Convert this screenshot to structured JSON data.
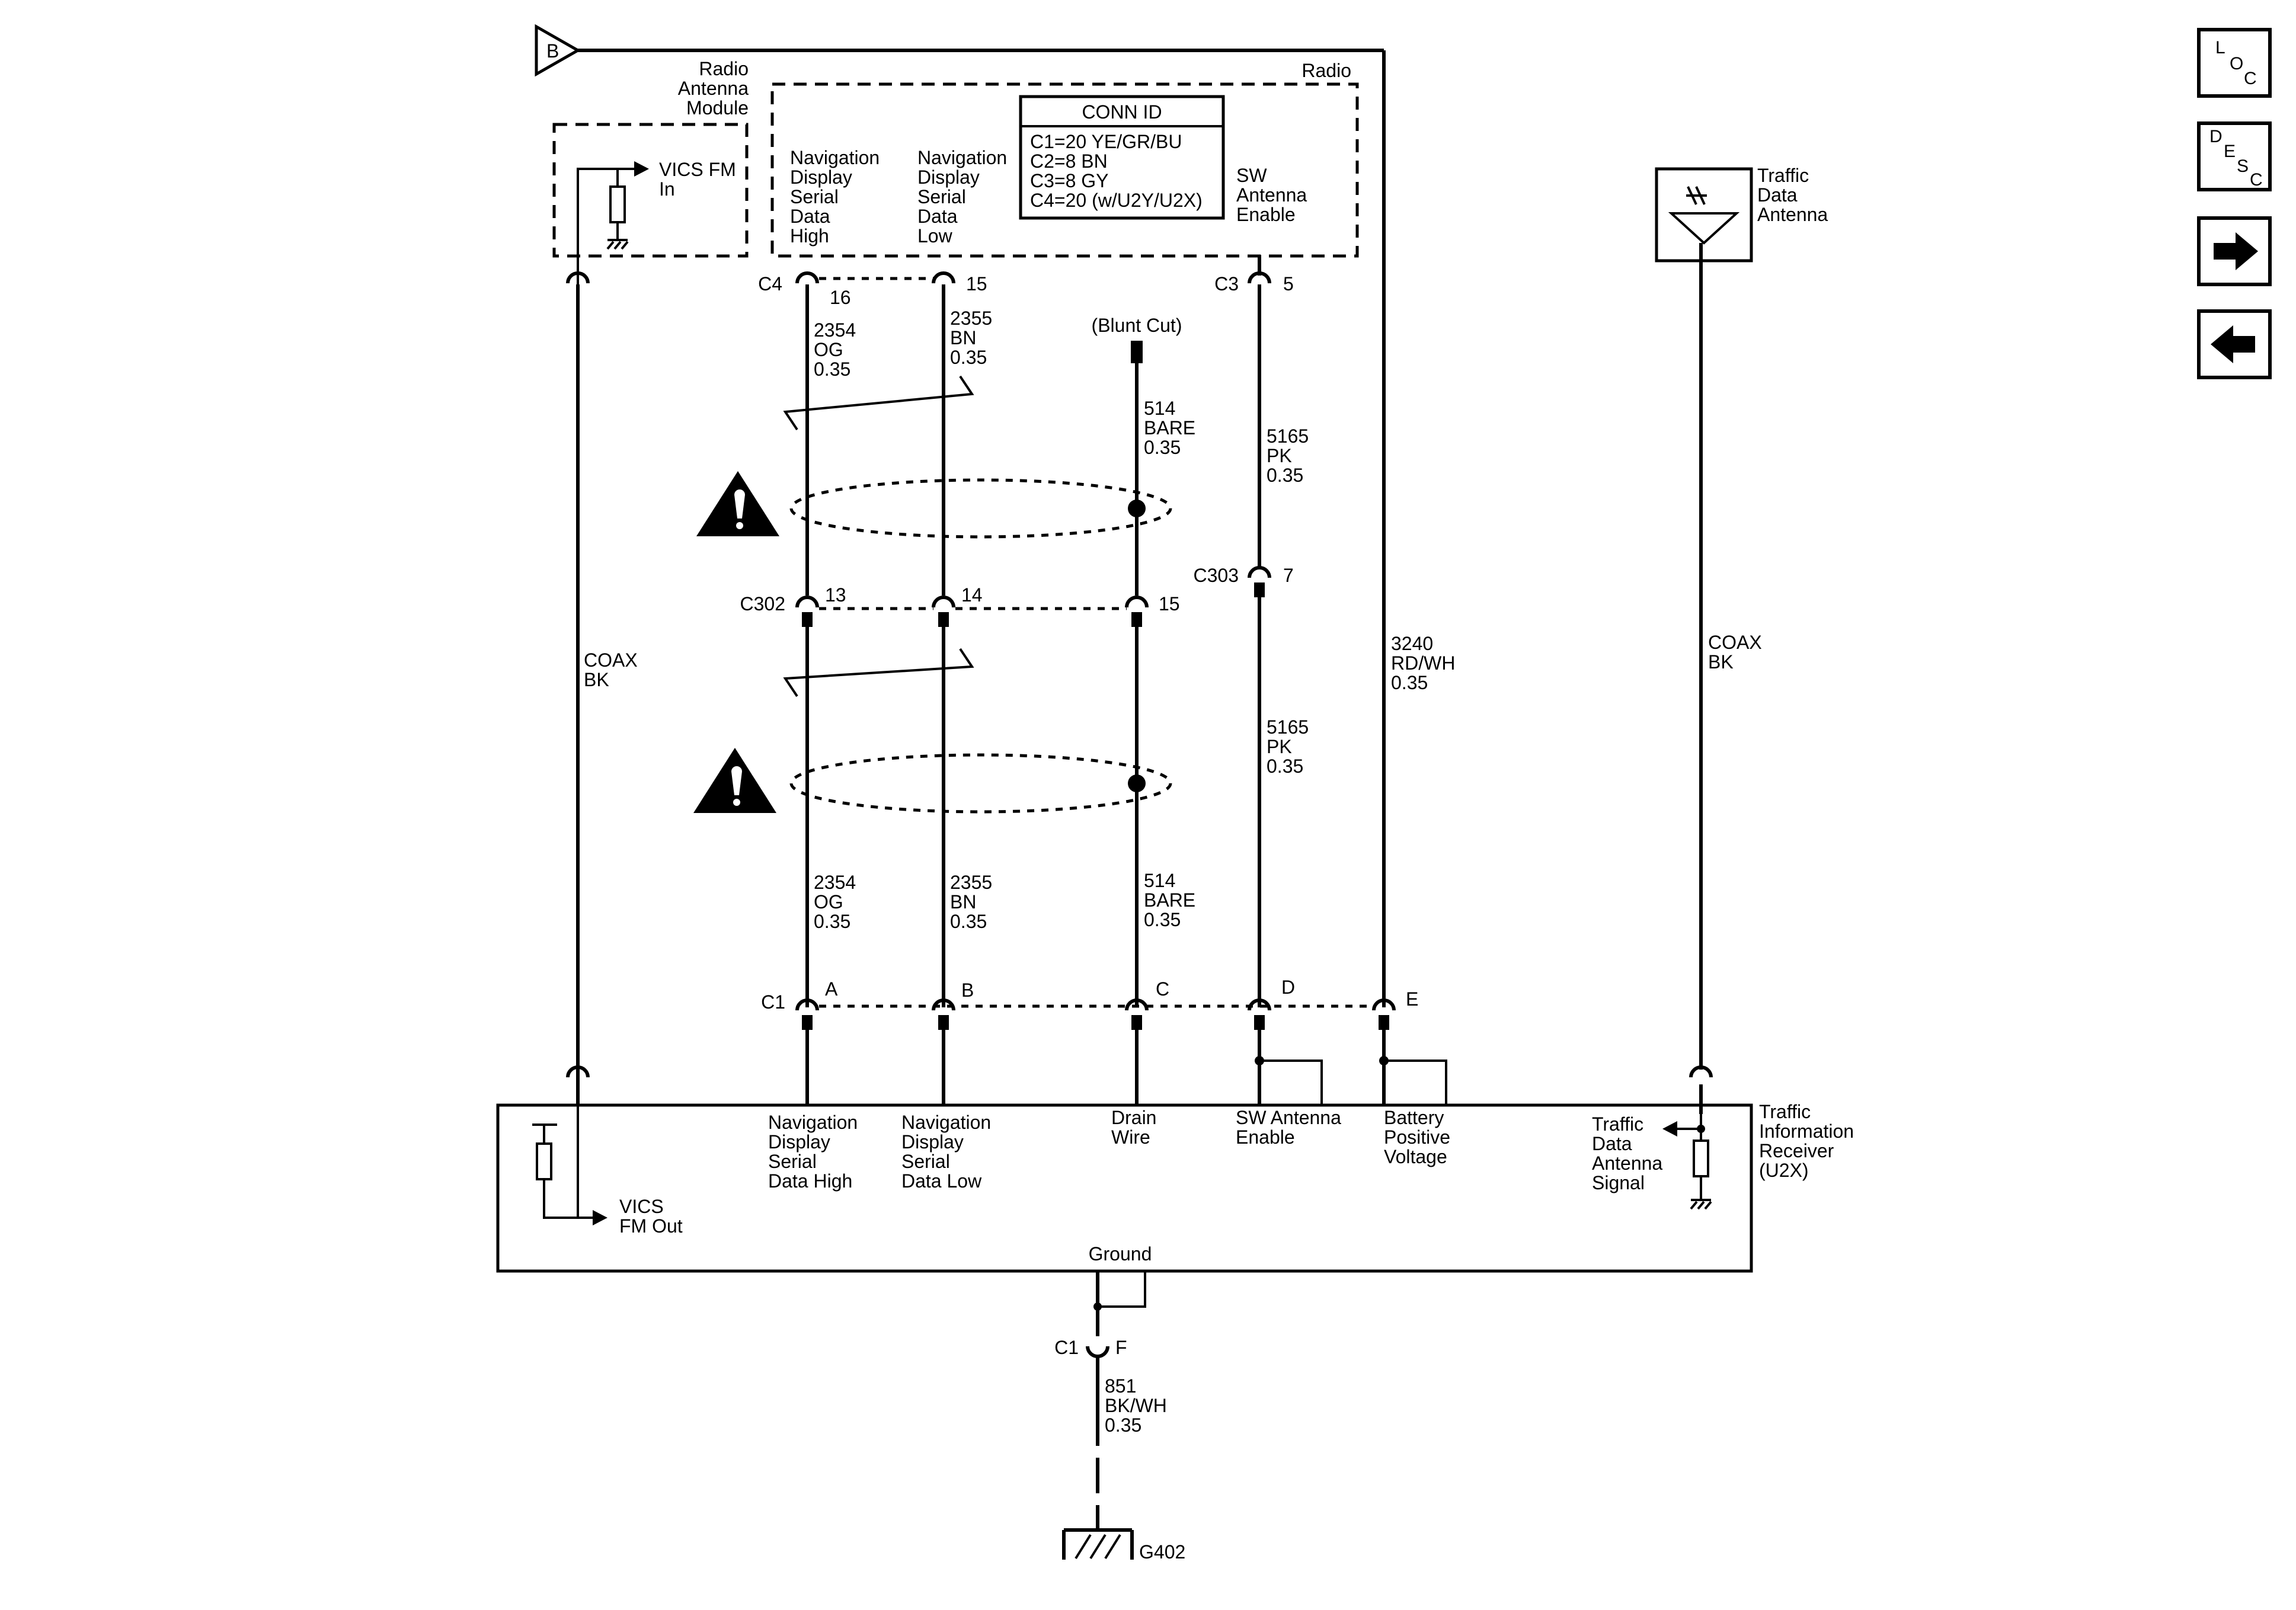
{
  "reference_marker": "B",
  "radio": {
    "label": "Radio",
    "conn_id": {
      "title": "CONN ID",
      "lines": [
        "C1=20 YE/GR/BU",
        "C2=8 BN",
        "C3=8 GY",
        "C4=20 (w/U2Y/U2X)"
      ]
    },
    "pins": {
      "nav_high": [
        "Navigation",
        "Display",
        "Serial",
        "Data",
        "High"
      ],
      "nav_low": [
        "Navigation",
        "Display",
        "Serial",
        "Data",
        "Low"
      ],
      "sw_enable": [
        "SW",
        "Antenna",
        "Enable"
      ]
    }
  },
  "antenna_module": {
    "label": [
      "Radio",
      "Antenna",
      "Module"
    ],
    "vics_in": [
      "VICS FM",
      "In"
    ]
  },
  "traffic_antenna": {
    "label": [
      "Traffic",
      "Data",
      "Antenna"
    ]
  },
  "connectors": {
    "c4": "C4",
    "c4_pin_a": "16",
    "c4_pin_b": "15",
    "c3": "C3",
    "c3_pin": "5",
    "c303": "C303",
    "c303_pin": "7",
    "c302": "C302",
    "c302_pins": [
      "13",
      "14",
      "15"
    ],
    "c1": "C1",
    "c1_pins": [
      "A",
      "B",
      "C",
      "D",
      "E"
    ],
    "c1_ground": "C1",
    "c1_ground_pin": "F",
    "blunt_cut": "(Blunt Cut)"
  },
  "wires": {
    "w2354_top": [
      "2354",
      "OG",
      "0.35"
    ],
    "w2355_top": [
      "2355",
      "BN",
      "0.35"
    ],
    "w514_top": [
      "514",
      "BARE",
      "0.35"
    ],
    "w5165_top": [
      "5165",
      "PK",
      "0.35"
    ],
    "w5165_mid": [
      "5165",
      "PK",
      "0.35"
    ],
    "w3240": [
      "3240",
      "RD/WH",
      "0.35"
    ],
    "w2354_bot": [
      "2354",
      "OG",
      "0.35"
    ],
    "w2355_bot": [
      "2355",
      "BN",
      "0.35"
    ],
    "w514_bot": [
      "514",
      "BARE",
      "0.35"
    ],
    "coax_left": [
      "COAX",
      "BK"
    ],
    "coax_right": [
      "COAX",
      "BK"
    ],
    "w851": [
      "851",
      "BK/WH",
      "0.35"
    ]
  },
  "receiver": {
    "label": [
      "Traffic",
      "Information",
      "Receiver",
      "(U2X)"
    ],
    "pins": {
      "vics_out": [
        "VICS",
        "FM Out"
      ],
      "nav_high": [
        "Navigation",
        "Display",
        "Serial",
        "Data High"
      ],
      "nav_low": [
        "Navigation",
        "Display",
        "Serial",
        "Data Low"
      ],
      "drain": [
        "Drain",
        "Wire"
      ],
      "sw_enable": [
        "SW Antenna",
        "Enable"
      ],
      "battery": [
        "Battery",
        "Positive",
        "Voltage"
      ],
      "traffic_signal": [
        "Traffic",
        "Data",
        "Antenna",
        "Signal"
      ],
      "ground": "Ground"
    }
  },
  "ground_id": "G402",
  "nav_buttons": {
    "loc": [
      "L",
      "O",
      "C"
    ],
    "desc": [
      "D",
      "E",
      "S",
      "C"
    ]
  }
}
